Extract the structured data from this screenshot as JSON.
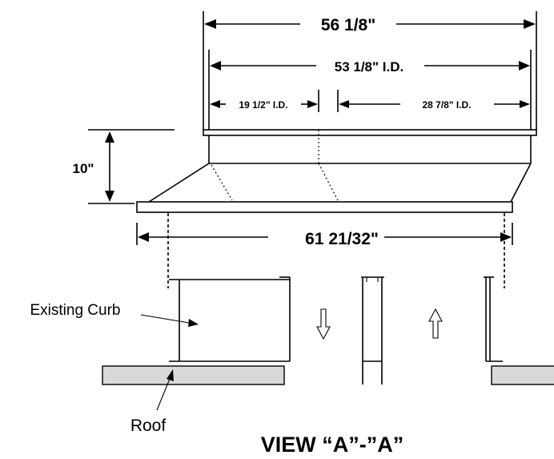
{
  "dimensions": {
    "overall_width": "56 1/8\"",
    "inner_width": "53 1/8\" I.D.",
    "left_opening": "19 1/2\" I.D.",
    "right_opening": "28 7/8\" I.D.",
    "height": "10\"",
    "base_width": "61 21/32\""
  },
  "labels": {
    "existing_curb": "Existing Curb",
    "roof": "Roof",
    "view_title": "VIEW “A”-”A”"
  },
  "icons": {
    "supply_arrow": "down-arrow-icon",
    "return_arrow": "up-arrow-icon"
  }
}
